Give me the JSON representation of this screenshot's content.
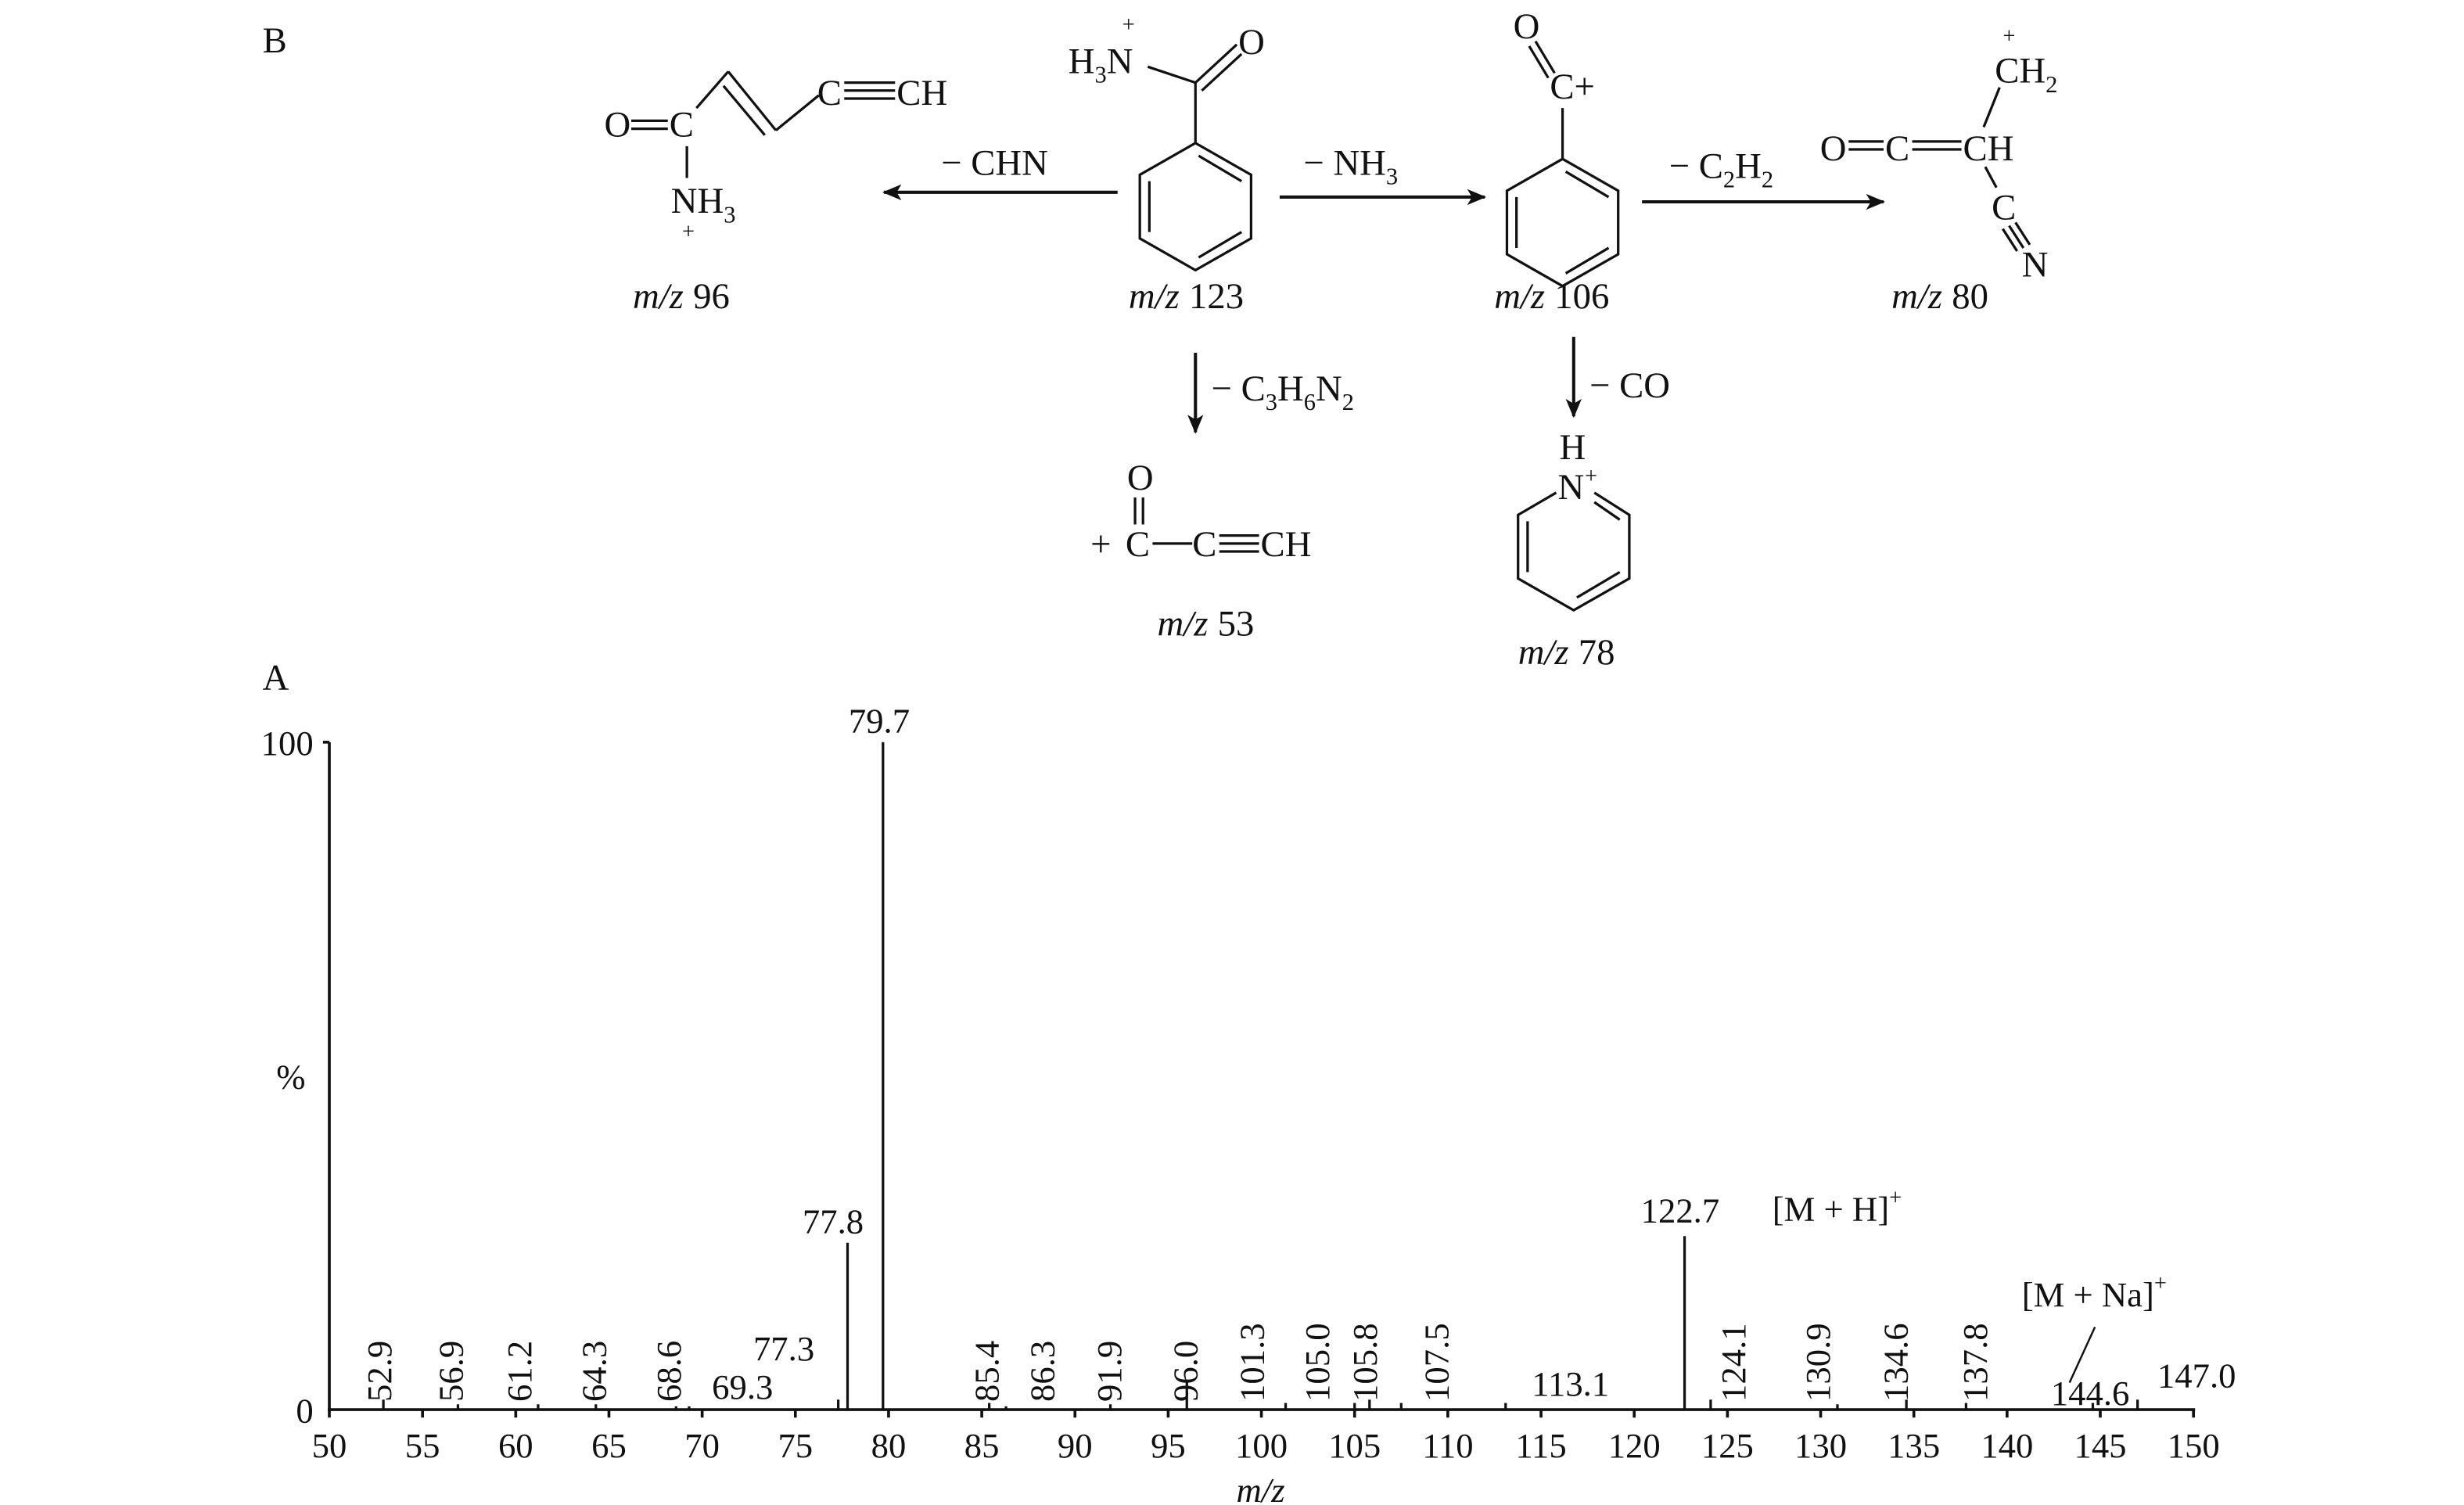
{
  "scheme": {
    "panel_label": "B",
    "mz_prefix": "m/z",
    "plus": "+",
    "m123": {
      "mz": "123",
      "h": "H",
      "h_sub": "3",
      "n": "N",
      "o": "O"
    },
    "m96": {
      "mz": "96",
      "o": "O",
      "c": "C",
      "c2": "C",
      "ch": "CH",
      "nh": "NH",
      "nh_sub": "3"
    },
    "m106": {
      "mz": "106",
      "o": "O",
      "c_plus": "C+"
    },
    "m80": {
      "mz": "80",
      "o": "O",
      "c": "C",
      "ch": "CH",
      "ch2": "CH",
      "ch2_sub": "2",
      "c2": "C",
      "n": "N"
    },
    "m53": {
      "mz": "53",
      "o": "O",
      "c": "C",
      "c2": "C",
      "ch": "CH"
    },
    "m78": {
      "mz": "78",
      "h": "H",
      "n": "N"
    },
    "losses": {
      "chn": "− CHN",
      "nh3": "− NH",
      "nh3_sub": "3",
      "c2h2_a": "− C",
      "c2h2_sub1": "2",
      "c2h2_b": "H",
      "c2h2_sub2": "2",
      "c3h6n2_a": "− C",
      "c3h6n2_sub1": "3",
      "c3h6n2_b": "H",
      "c3h6n2_sub2": "6",
      "c3h6n2_c": "N",
      "c3h6n2_sub3": "2",
      "co": "− CO"
    }
  },
  "chart_data": {
    "type": "bar",
    "panel_label": "A",
    "title": "",
    "xlabel": "m/z",
    "ylabel": "%",
    "xlim": [
      50,
      150
    ],
    "ylim": [
      0,
      100
    ],
    "xticks": [
      "50",
      "55",
      "60",
      "65",
      "70",
      "75",
      "80",
      "85",
      "90",
      "95",
      "100",
      "105",
      "110",
      "115",
      "120",
      "125",
      "130",
      "135",
      "140",
      "145",
      "150"
    ],
    "yticks": [
      "0",
      "100"
    ],
    "grid": false,
    "peaks": [
      {
        "mz": 52.9,
        "intensity": 1.5,
        "label": "52.9"
      },
      {
        "mz": 56.9,
        "intensity": 0.8,
        "label": "56.9"
      },
      {
        "mz": 61.2,
        "intensity": 0.8,
        "label": "61.2"
      },
      {
        "mz": 64.3,
        "intensity": 0.8,
        "label": "64.3"
      },
      {
        "mz": 68.6,
        "intensity": 0.5,
        "label": "68.6"
      },
      {
        "mz": 69.3,
        "intensity": 0.5,
        "label": "69.3"
      },
      {
        "mz": 77.3,
        "intensity": 1.5,
        "label": "77.3"
      },
      {
        "mz": 77.8,
        "intensity": 25,
        "label": "77.8"
      },
      {
        "mz": 79.7,
        "intensity": 100,
        "label": "79.7"
      },
      {
        "mz": 85.4,
        "intensity": 1,
        "label": "85.4"
      },
      {
        "mz": 86.3,
        "intensity": 0.5,
        "label": "86.3"
      },
      {
        "mz": 91.9,
        "intensity": 0.8,
        "label": "91.9"
      },
      {
        "mz": 96.0,
        "intensity": 4.5,
        "label": "96.0"
      },
      {
        "mz": 101.3,
        "intensity": 1,
        "label": "101.3"
      },
      {
        "mz": 105.0,
        "intensity": 1,
        "label": "105.0"
      },
      {
        "mz": 105.8,
        "intensity": 1.5,
        "label": "105.8"
      },
      {
        "mz": 107.5,
        "intensity": 1,
        "label": "107.5"
      },
      {
        "mz": 113.1,
        "intensity": 1,
        "label": "113.1"
      },
      {
        "mz": 122.7,
        "intensity": 26,
        "label": "122.7"
      },
      {
        "mz": 124.1,
        "intensity": 1.5,
        "label": "124.1"
      },
      {
        "mz": 130.9,
        "intensity": 0.8,
        "label": "130.9"
      },
      {
        "mz": 134.6,
        "intensity": 1.5,
        "label": "134.6"
      },
      {
        "mz": 137.8,
        "intensity": 1,
        "label": "137.8"
      },
      {
        "mz": 144.6,
        "intensity": 1,
        "label": "144.6"
      },
      {
        "mz": 147.0,
        "intensity": 1.5,
        "label": "147.0"
      }
    ],
    "annotations": [
      {
        "text": "[M + H]",
        "sup": "+",
        "target": "122.7"
      },
      {
        "text": "[M + Na]",
        "sup": "+",
        "target": "144.6"
      }
    ]
  }
}
